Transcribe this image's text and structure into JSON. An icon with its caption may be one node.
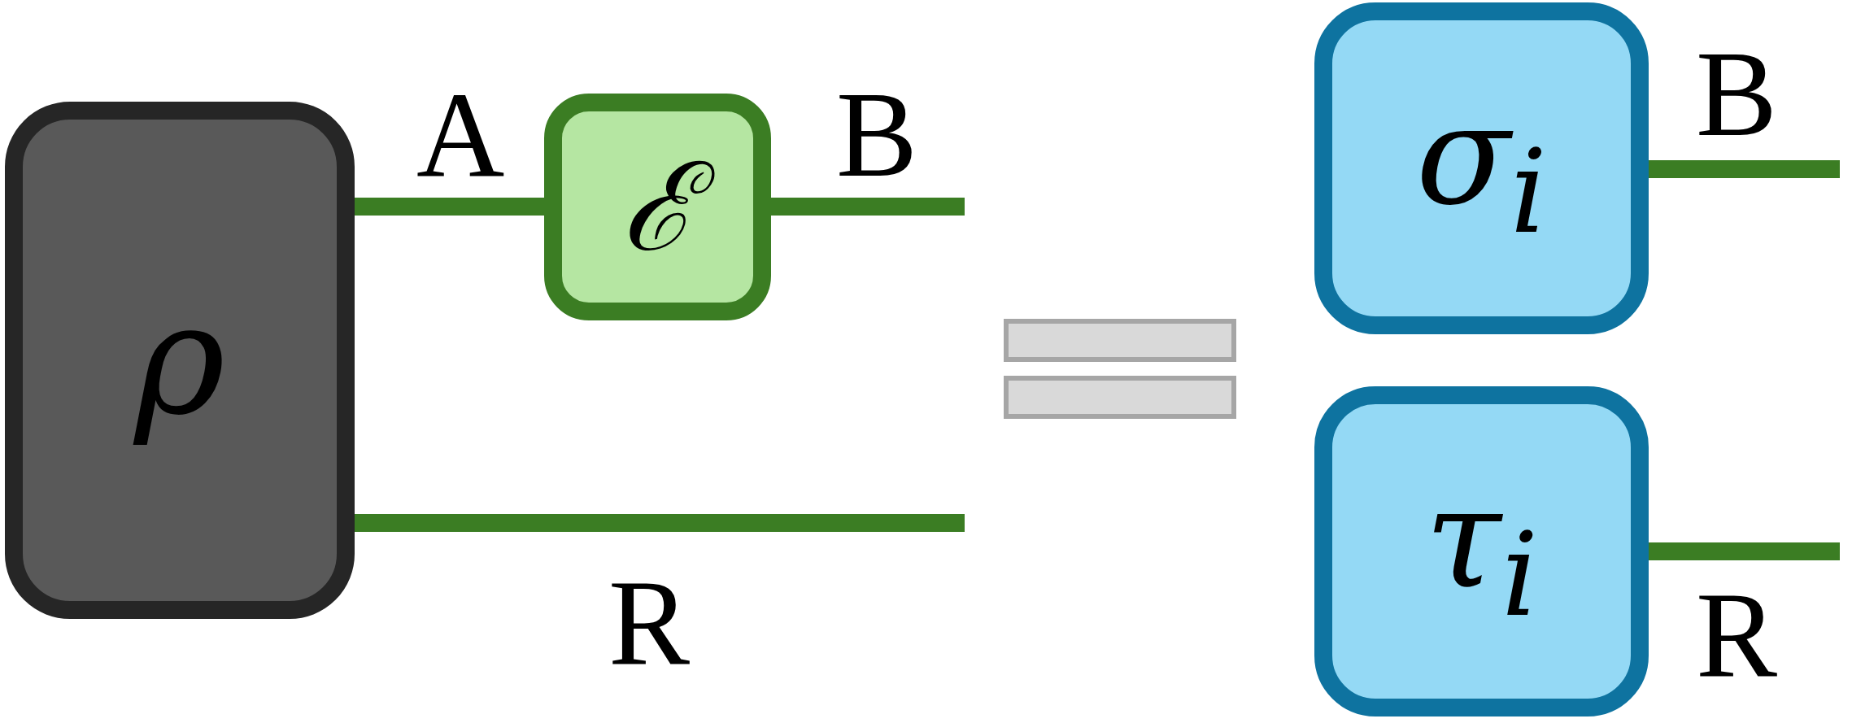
{
  "diagram": {
    "nodes": [
      {
        "text": [
          "ρ"
        ]
      },
      {
        "text": [
          "ℰ"
        ]
      },
      {
        "text": [
          "σ$_{i}$"
        ]
      },
      {
        "text": [
          "τ$_{i}$"
        ]
      }
    ],
    "edges": [
      {
        "from": 0,
        "to": 1,
        "arrow": "none",
        "label": "A"
      },
      {
        "from": 1,
        "to": null,
        "arrow": "none",
        "label": "B"
      },
      {
        "from": 0,
        "to": null,
        "arrow": "none",
        "label": "R"
      },
      {
        "from": 2,
        "to": null,
        "arrow": "none",
        "label": "B"
      },
      {
        "from": 3,
        "to": null,
        "arrow": "none",
        "label": "R"
      }
    ]
  }
}
